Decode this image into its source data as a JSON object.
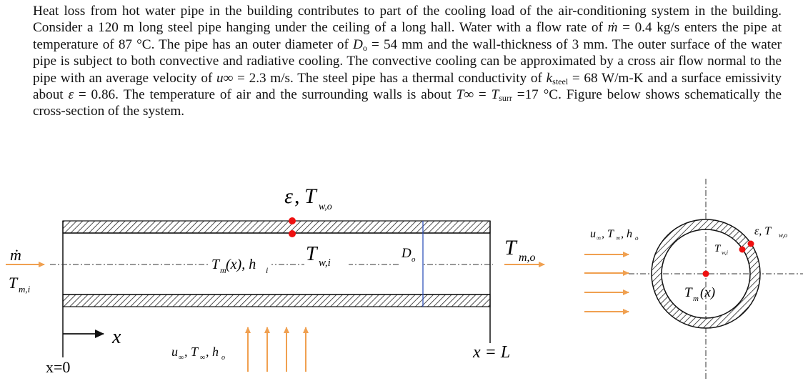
{
  "problem_text": {
    "intro": "Heat loss from hot water pipe in the building contributes to part of the cooling load of the air-conditioning system in the building. Consider a 120 m long steel pipe hanging under the ceiling of a long hall. Water with a flow rate of ",
    "mdot_symbol": "ṁ",
    "after_mdot": " = 0.4 kg/s enters the pipe at temperature of 87 °C. The pipe has an outer diameter of ",
    "do_symbol": "D",
    "do_sub": "o",
    "after_do": " = 54 mm and the wall-thickness of 3 mm.  The outer surface of the water pipe is subject to both convective and radiative cooling. The convective cooling can be approximated by a cross air flow normal to the pipe with an average velocity of ",
    "u_symbol": "u∞",
    "after_u": " = 2.3 m/s. The steel pipe has a thermal conductivity of ",
    "k_symbol": "k",
    "k_sub": "steel",
    "after_k": " = 68 W/m-K and a surface emissivity about ",
    "eps_symbol": "ε",
    "after_eps": " = 0.86. The temperature of air and the surrounding walls is about ",
    "tinf_symbol": "T∞",
    "eq": " = ",
    "tsurr_symbol": "T",
    "tsurr_sub": "surr",
    "after_tsurr": " =17 °C. Figure below shows schematically the cross-section of the system."
  },
  "figure": {
    "label_eps": "ε",
    "label_twos": "T",
    "label_twos_sub": "w,o",
    "label_mdot": "ṁ",
    "label_tmi": "T",
    "label_tmi_sub": "m,i",
    "label_tmx": "T",
    "label_tmx_sub": "m",
    "label_tmx_rest": "(x), h",
    "label_tmx_rest_sub": "i",
    "label_twi": "T",
    "label_twi_sub": "w,i",
    "label_do": "D",
    "label_do_sub": "o",
    "label_tmo": "T",
    "label_tmo_sub": "m,o",
    "label_x": "x",
    "label_x0": "x=0",
    "label_xL": "x = L",
    "label_bottom_u": "u",
    "label_bottom_rest": ", T",
    "label_bottom_h": ", h",
    "label_inf_sub": "∞",
    "label_o_sub": "o",
    "cs_label_u": "u",
    "cs_label_t": ", T",
    "cs_label_h": ", h",
    "cs_eps": "ε, T",
    "cs_eps_sub": "w,o",
    "cs_twi": "T",
    "cs_twi_sub": "w,i",
    "cs_tm": "T",
    "cs_tm_sub": "m",
    "cs_tm_rest": "(x)"
  },
  "colors": {
    "arrow": "#f0a050",
    "dot": "#ee1111",
    "diameter_line": "#3355bb",
    "ink": "#111111"
  }
}
